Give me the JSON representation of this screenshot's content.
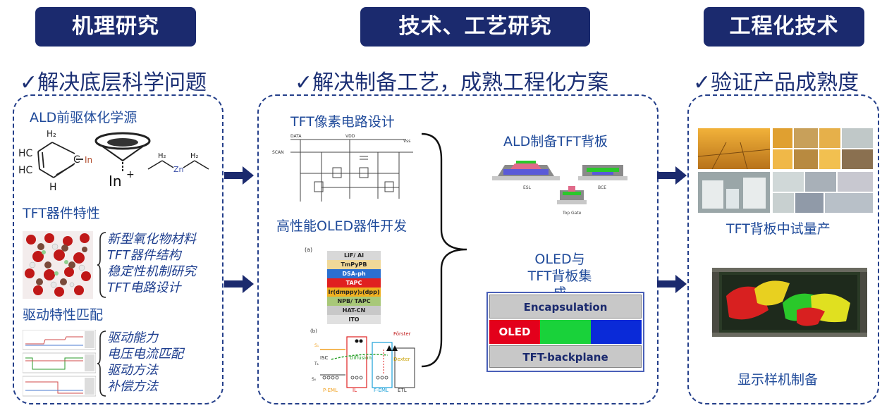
{
  "headers": {
    "mechanism": "机理研究",
    "process": "技术、工艺研究",
    "engineering": "工程化技术"
  },
  "checks": {
    "mechanism": "✓解决底层科学问题",
    "process": "✓解决制备工艺，成熟工程化方案",
    "engineering": "✓验证产品成熟度"
  },
  "left": {
    "ald_precursor": "ALD前驱体化学源",
    "molecule": {
      "h2_top": "H₂",
      "hc_upper": "HC",
      "hc_lower": "HC",
      "h_bottom": "H",
      "c_in": "C",
      "in_ring": "In",
      "in_plus": "In",
      "plus": "+",
      "h2_a": "H₂",
      "h2_b": "H₂",
      "zn": "Zn"
    },
    "tft_device": "TFT器件特性",
    "tft_items": [
      "新型氧化物材料",
      "TFT器件结构",
      "稳定性机制研究",
      "TFT电路设计"
    ],
    "drive_match": "驱动特性匹配",
    "drive_items": [
      "驱动能力",
      "电压电流匹配",
      "驱动方法",
      "补偿方法"
    ]
  },
  "middle": {
    "pixel_circuit": "TFT像素电路设计",
    "oled_dev": "高性能OLED器件开发",
    "stack_label_a": "(a)",
    "stack_label_b": "(b)",
    "stack": [
      "LiF/ Al",
      "TmPyPB",
      "DSA-ph",
      "TAPC",
      "Ir(dmppy)₂(dpp)",
      "NPB/ TAPC",
      "HAT-CN",
      "ITO"
    ],
    "energy": {
      "forster": "Förster",
      "dexter": "Dexter",
      "diffusion": "Diffusion",
      "isc": "ISC",
      "s1": "S₁",
      "t1": "T₁",
      "s0": "S₀",
      "peml": "P-EML",
      "il": "IL",
      "feml": "F-EML",
      "etl": "ETL"
    },
    "circuit": {
      "data": "DATA",
      "vdd": "VDD",
      "vss": "Vss",
      "scan": "SCAN"
    },
    "ald_tft": "ALD制备TFT背板",
    "tft_struct_labels": [
      "ESL",
      "BCE",
      "Top Gate"
    ],
    "oled_tft_1": "OLED与",
    "oled_tft_2": "TFT背板集成",
    "encapsulation": "Encapsulation",
    "oled": "OLED",
    "tft_backplane": "TFT-backplane"
  },
  "right": {
    "pilot": "TFT背板中试量产",
    "prototype": "显示样机制备"
  },
  "colors": {
    "header_bg": "#1b2a6e",
    "text_blue": "#1f4a9a",
    "oled_red": "#e3001b",
    "oled_green": "#19d23a",
    "oled_blue": "#0a2ad8"
  }
}
